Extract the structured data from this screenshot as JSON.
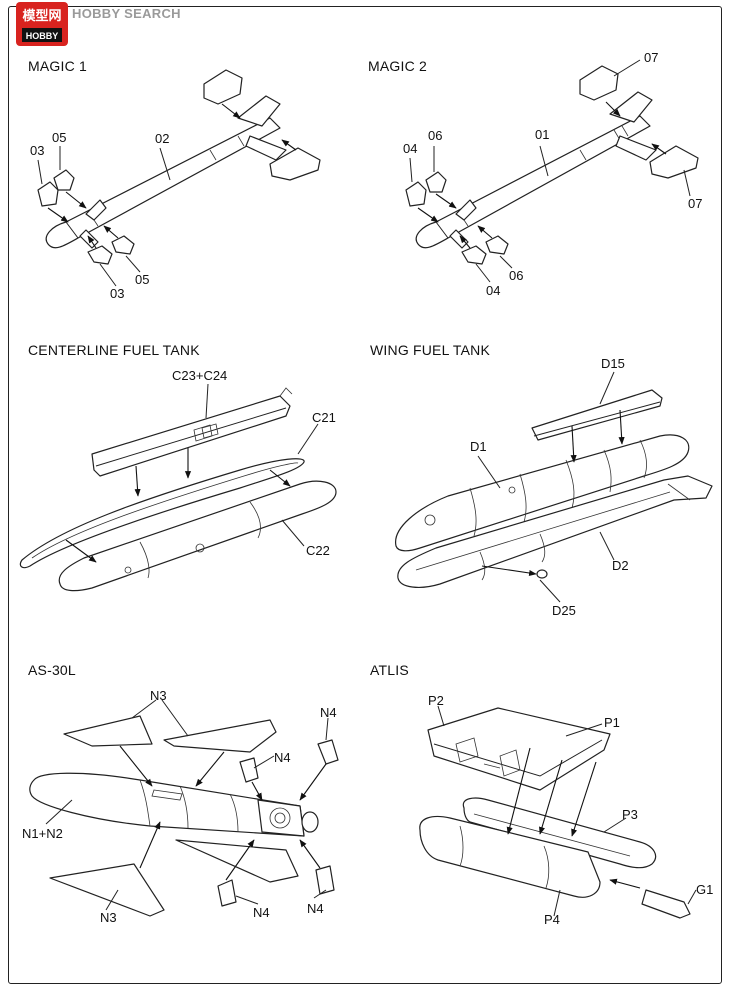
{
  "logo": {
    "badge_text": "模型网",
    "badge_sub": "HOBBY",
    "brand_text": "HOBBY SEARCH"
  },
  "sections": {
    "magic1": {
      "title": "MAGIC 1",
      "labels": {
        "a": "03",
        "b": "05",
        "c": "02",
        "d": "05",
        "e": "03"
      }
    },
    "magic2": {
      "title": "MAGIC 2",
      "labels": {
        "a": "07",
        "b": "04",
        "c": "06",
        "d": "01",
        "e": "07",
        "f": "06",
        "g": "04"
      }
    },
    "centerline": {
      "title": "CENTERLINE FUEL TANK",
      "labels": {
        "a": "C23+C24",
        "b": "C21",
        "c": "C22"
      }
    },
    "wing": {
      "title": "WING FUEL TANK",
      "labels": {
        "a": "D15",
        "b": "D1",
        "c": "D2",
        "d": "D25"
      }
    },
    "as30l": {
      "title": "AS-30L",
      "labels": {
        "a": "N3",
        "b": "N4",
        "c": "N4",
        "d": "N1+N2",
        "e": "N3",
        "f": "N4",
        "g": "N4"
      }
    },
    "atlis": {
      "title": "ATLIS",
      "labels": {
        "a": "P2",
        "b": "P1",
        "c": "P3",
        "d": "G1",
        "e": "P4"
      }
    }
  },
  "colors": {
    "ink": "#222222",
    "logo_red": "#d8231f",
    "logo_gray": "#9a9a9a"
  }
}
